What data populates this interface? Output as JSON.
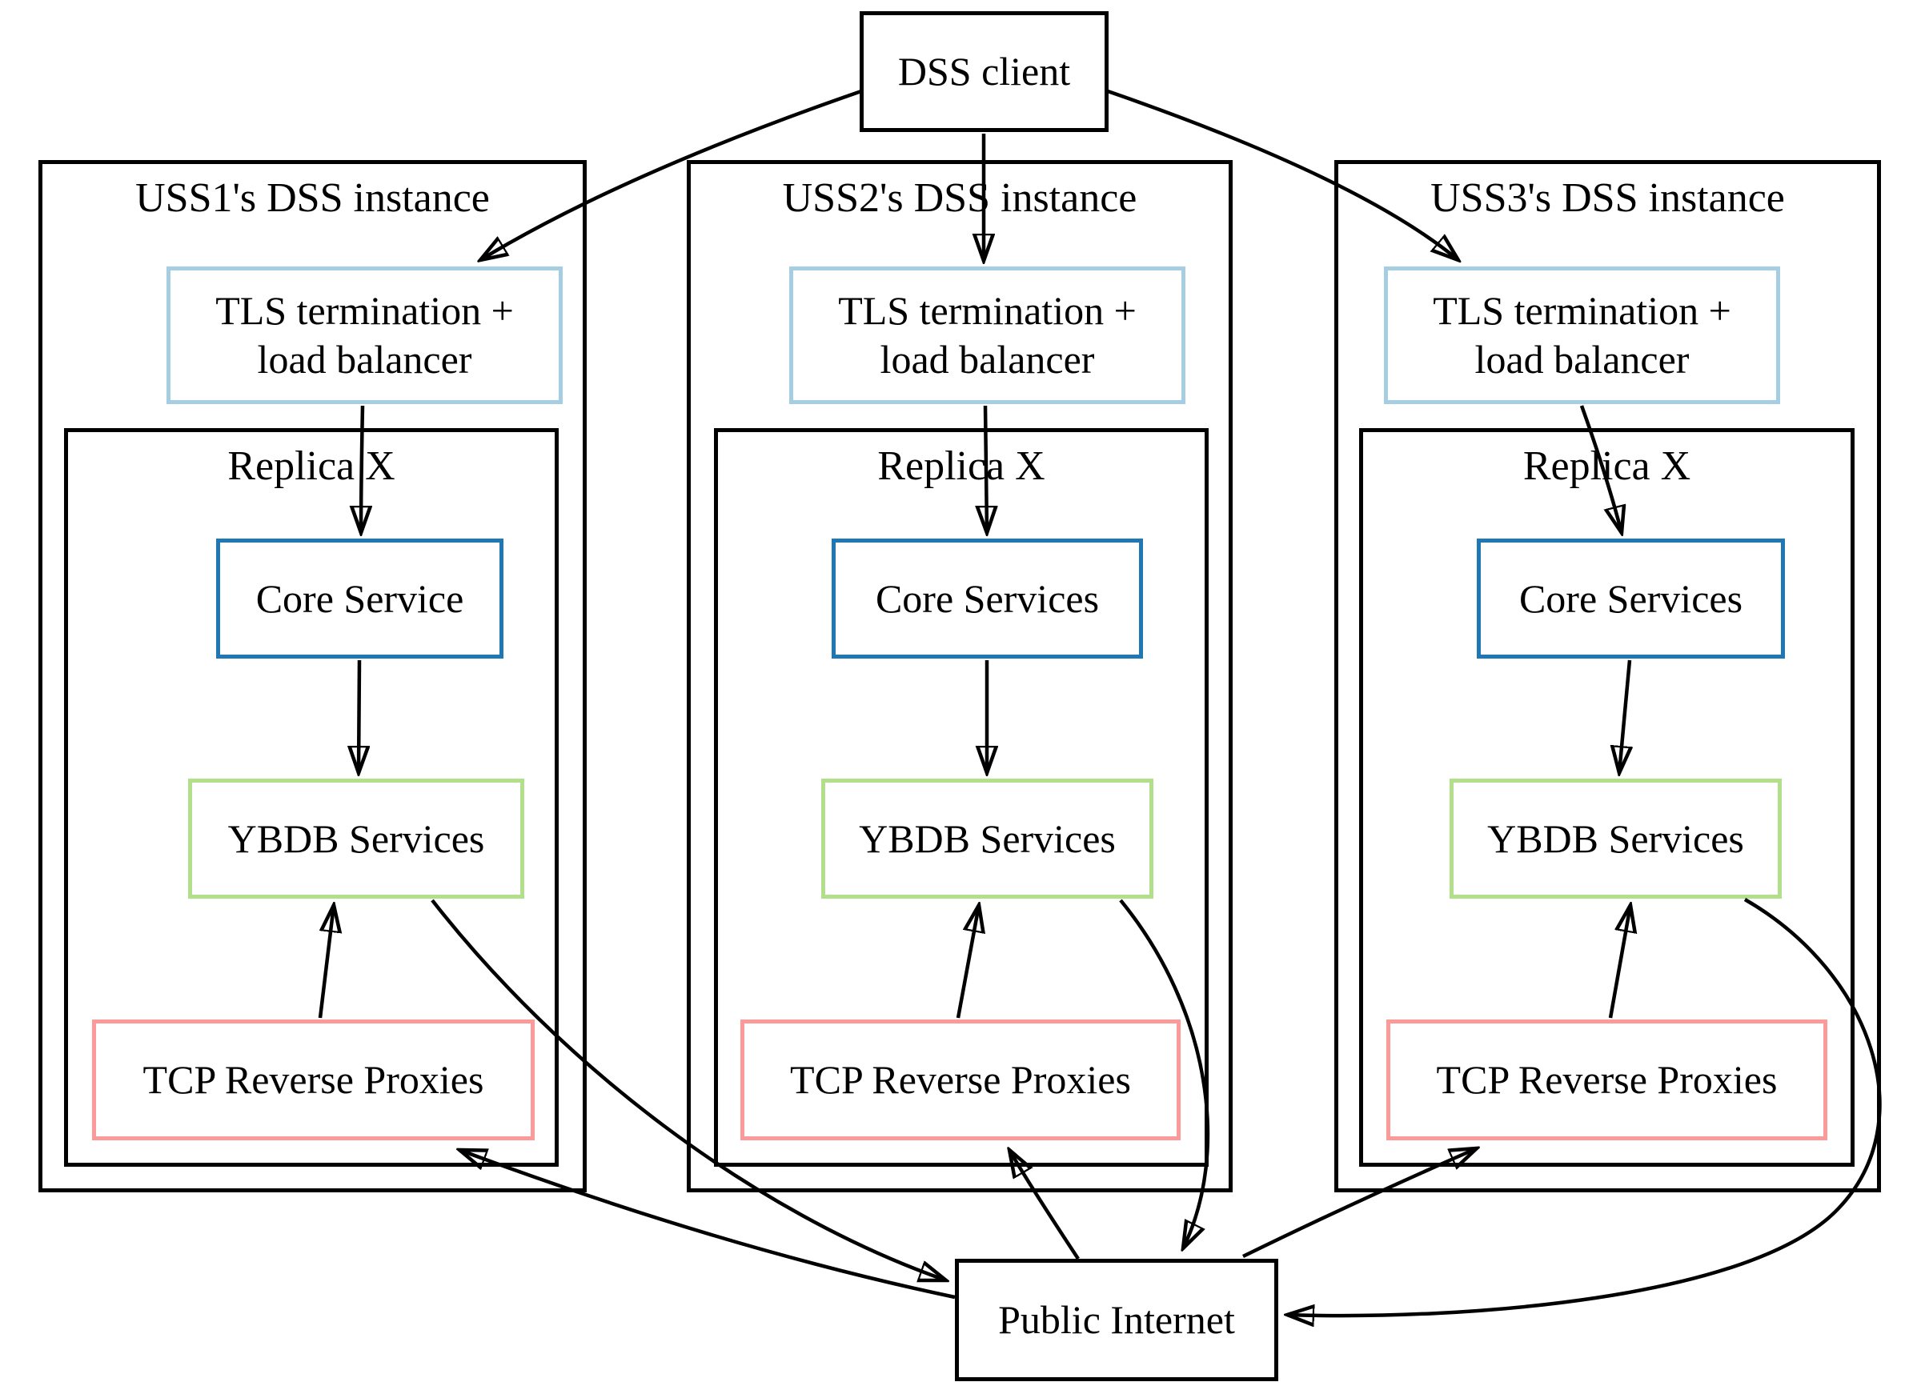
{
  "title": "DSS pooled deployment diagram",
  "colors": {
    "tls-border": "#a6cee3",
    "core-border": "#1f78b4",
    "ybdb-border": "#b2df8a",
    "tcp-border": "#fb9a99",
    "stroke": "#000000",
    "background": "#ffffff"
  },
  "client": {
    "label": "DSS client"
  },
  "internet": {
    "label": "Public Internet"
  },
  "clusters": [
    {
      "label": "USS1's DSS instance",
      "tls_label": "TLS termination + load balancer",
      "replica_label": "Replica X",
      "core_label": "Core Service",
      "ybdb_label": "YBDB Services",
      "tcp_label": "TCP Reverse Proxies"
    },
    {
      "label": "USS2's DSS instance",
      "tls_label": "TLS termination + load balancer",
      "replica_label": "Replica X",
      "core_label": "Core Services",
      "ybdb_label": "YBDB Services",
      "tcp_label": "TCP Reverse Proxies"
    },
    {
      "label": "USS3's DSS instance",
      "tls_label": "TLS termination + load balancer",
      "replica_label": "Replica X",
      "core_label": "Core Services",
      "ybdb_label": "YBDB Services",
      "tcp_label": "TCP Reverse Proxies"
    }
  ],
  "edges": [
    {
      "from": "dss-client",
      "to": "uss1-tls-load-balancer"
    },
    {
      "from": "dss-client",
      "to": "uss2-tls-load-balancer"
    },
    {
      "from": "dss-client",
      "to": "uss3-tls-load-balancer"
    },
    {
      "from": "uss1-tls-load-balancer",
      "to": "uss1-core-service"
    },
    {
      "from": "uss2-tls-load-balancer",
      "to": "uss2-core-services"
    },
    {
      "from": "uss3-tls-load-balancer",
      "to": "uss3-core-services"
    },
    {
      "from": "uss1-core-service",
      "to": "uss1-ybdb-services"
    },
    {
      "from": "uss2-core-services",
      "to": "uss2-ybdb-services"
    },
    {
      "from": "uss3-core-services",
      "to": "uss3-ybdb-services"
    },
    {
      "from": "uss1-tcp-reverse-proxies",
      "to": "uss1-ybdb-services"
    },
    {
      "from": "uss2-tcp-reverse-proxies",
      "to": "uss2-ybdb-services"
    },
    {
      "from": "uss3-tcp-reverse-proxies",
      "to": "uss3-ybdb-services"
    },
    {
      "from": "uss1-ybdb-services",
      "to": "public-internet"
    },
    {
      "from": "uss2-ybdb-services",
      "to": "public-internet"
    },
    {
      "from": "uss3-ybdb-services",
      "to": "public-internet"
    },
    {
      "from": "public-internet",
      "to": "uss1-tcp-reverse-proxies"
    },
    {
      "from": "public-internet",
      "to": "uss2-tcp-reverse-proxies"
    },
    {
      "from": "public-internet",
      "to": "uss3-tcp-reverse-proxies"
    }
  ]
}
